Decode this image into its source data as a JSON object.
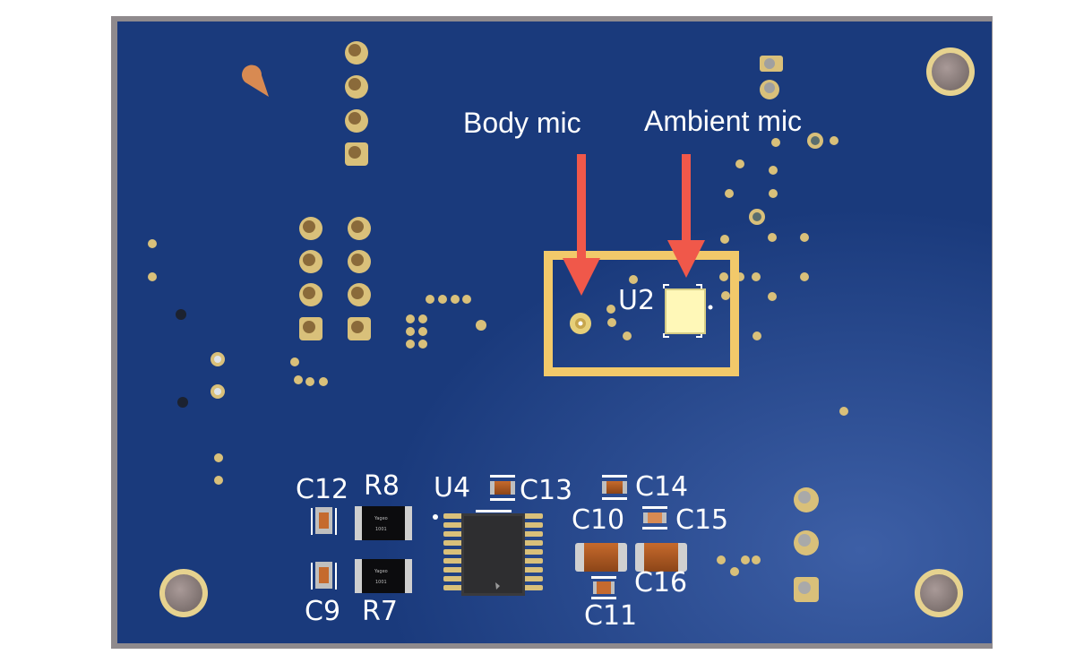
{
  "annotations": {
    "body_mic": "Body mic",
    "ambient_mic": "Ambient mic",
    "arrow_color": "#f0584a",
    "highlight_color": "#f2c96a"
  },
  "designators": {
    "u2": "U2",
    "u4": "U4",
    "c9": "C9",
    "c10": "C10",
    "c11": "C11",
    "c12": "C12",
    "c13": "C13",
    "c14": "C14",
    "c15": "C15",
    "c16": "C16",
    "r7": "R7",
    "r8": "R8"
  },
  "resistor_markings": {
    "r8_brand": "Yageo",
    "r8_value": "1001",
    "r7_brand": "Yageo",
    "r7_value": "1001"
  },
  "colors": {
    "board": "#1a3a7c",
    "board_edge": "#8f8a8d",
    "copper": "#d9c07a",
    "silkscreen": "#ffffff"
  }
}
